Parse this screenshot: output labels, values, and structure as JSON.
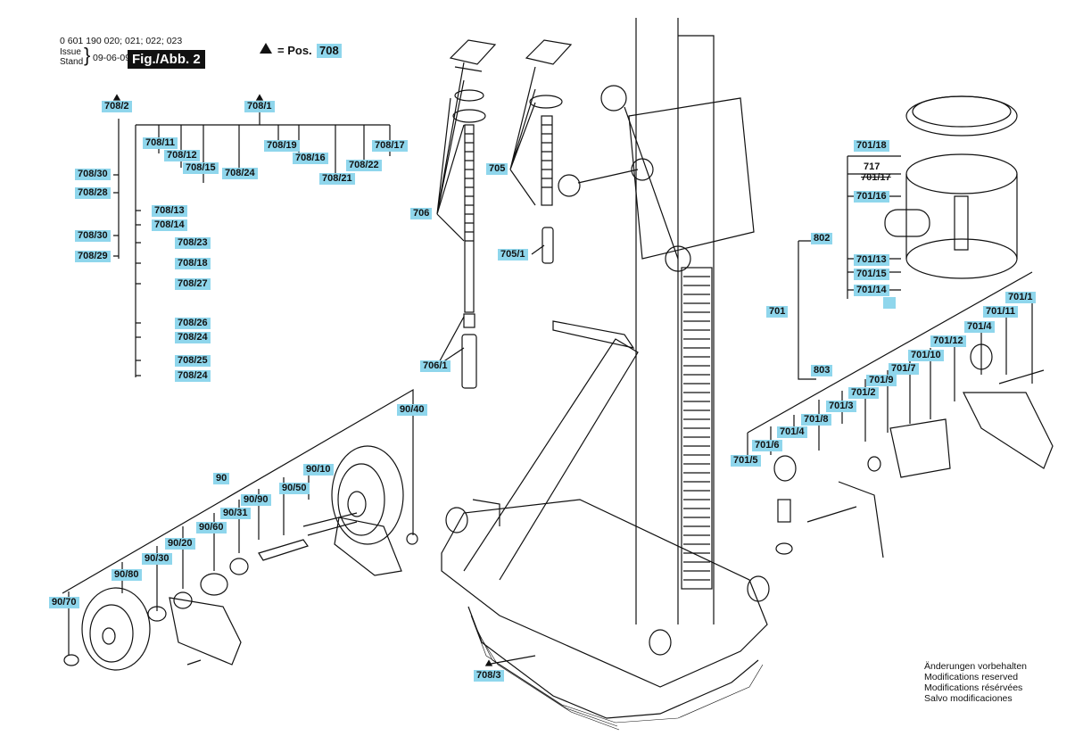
{
  "header": {
    "part_numbers": "0 601 190 020; 021; 022; 023",
    "issue_label": "Issue",
    "stand_label": "Stand",
    "issue_date": "09-06-09",
    "figure_label": "Fig./Abb. 2",
    "pos_legend_text": "= Pos.",
    "pos_legend_value": "708"
  },
  "callouts": [
    "708/2",
    "708/1",
    "708/11",
    "708/12",
    "708/15",
    "708/19",
    "708/16",
    "708/17",
    "708/24",
    "708/22",
    "708/21",
    "708/30",
    "708/28",
    "708/13",
    "708/14",
    "708/23",
    "708/18",
    "708/27",
    "708/26",
    "708/24",
    "708/25",
    "708/24",
    "708/30",
    "708/29",
    "706",
    "705",
    "705/1",
    "706/1",
    "708/3",
    "90/40",
    "90",
    "90/10",
    "90/50",
    "90/90",
    "90/31",
    "90/60",
    "90/20",
    "90/30",
    "90/80",
    "90/70",
    "701/18",
    "717",
    "701/17",
    "701/16",
    "802",
    "701/13",
    "701/15",
    "701/14",
    "701",
    "701/1",
    "701/11",
    "701/4",
    "701/12",
    "701/10",
    "701/7",
    "701/9",
    "803",
    "701/2",
    "701/3",
    "701/8",
    "701/4",
    "701/6",
    "701/5"
  ],
  "notes": [
    "Änderungen vorbehalten",
    "Modifications reserved",
    "Modifications résérvées",
    "Salvo modificaciones"
  ]
}
